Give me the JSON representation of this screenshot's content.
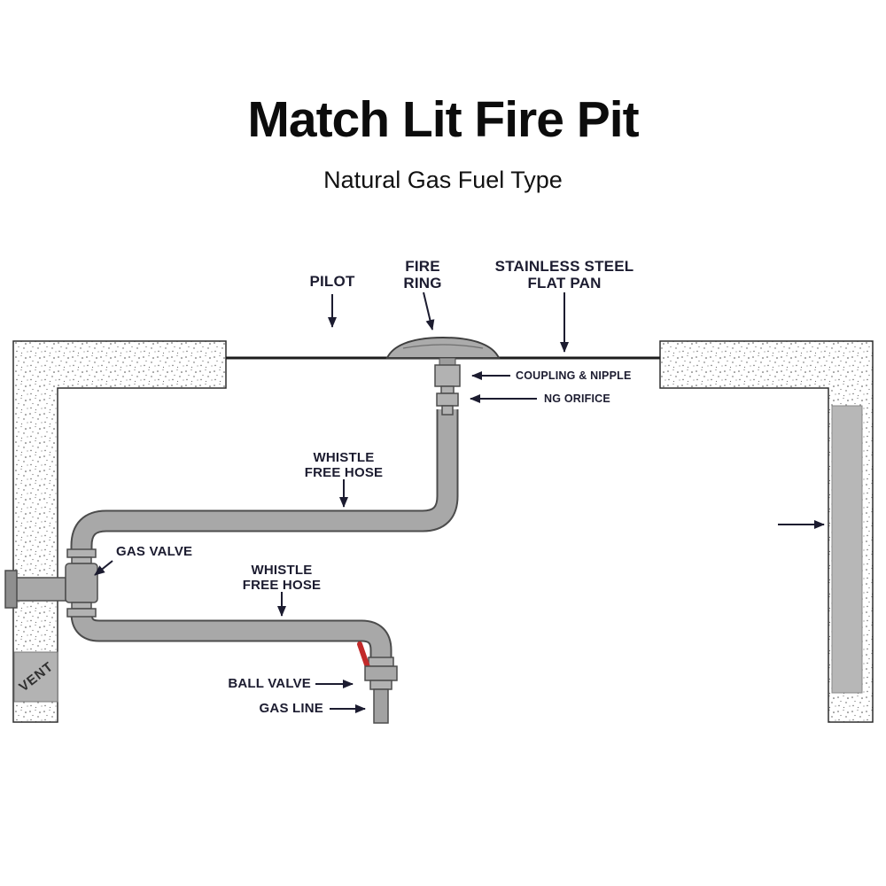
{
  "title": "Match Lit Fire Pit",
  "subtitle": "Natural Gas Fuel Type",
  "labels": {
    "pilot": "PILOT",
    "fire_ring": "FIRE\nRING",
    "flat_pan": "STAINLESS STEEL\nFLAT PAN",
    "coupling_nipple": "COUPLING & NIPPLE",
    "ng_orifice": "NG ORIFICE",
    "whistle_free_hose_upper": "WHISTLE\nFREE HOSE",
    "gas_valve": "GAS VALVE",
    "whistle_free_hose_lower": "WHISTLE\nFREE HOSE",
    "ball_valve": "BALL VALVE",
    "gas_line": "GAS LINE",
    "vent": "VENT"
  },
  "colors": {
    "pipe": "#a8a8a8",
    "pipe_outline": "#4c4c4c",
    "fitting": "#b2b2b2",
    "label_text": "#1c1c30",
    "valve_handle_red": "#c22a2a",
    "wall_panel_gray": "#b7b7b7",
    "vent_block_gray": "#b3b3b3"
  }
}
